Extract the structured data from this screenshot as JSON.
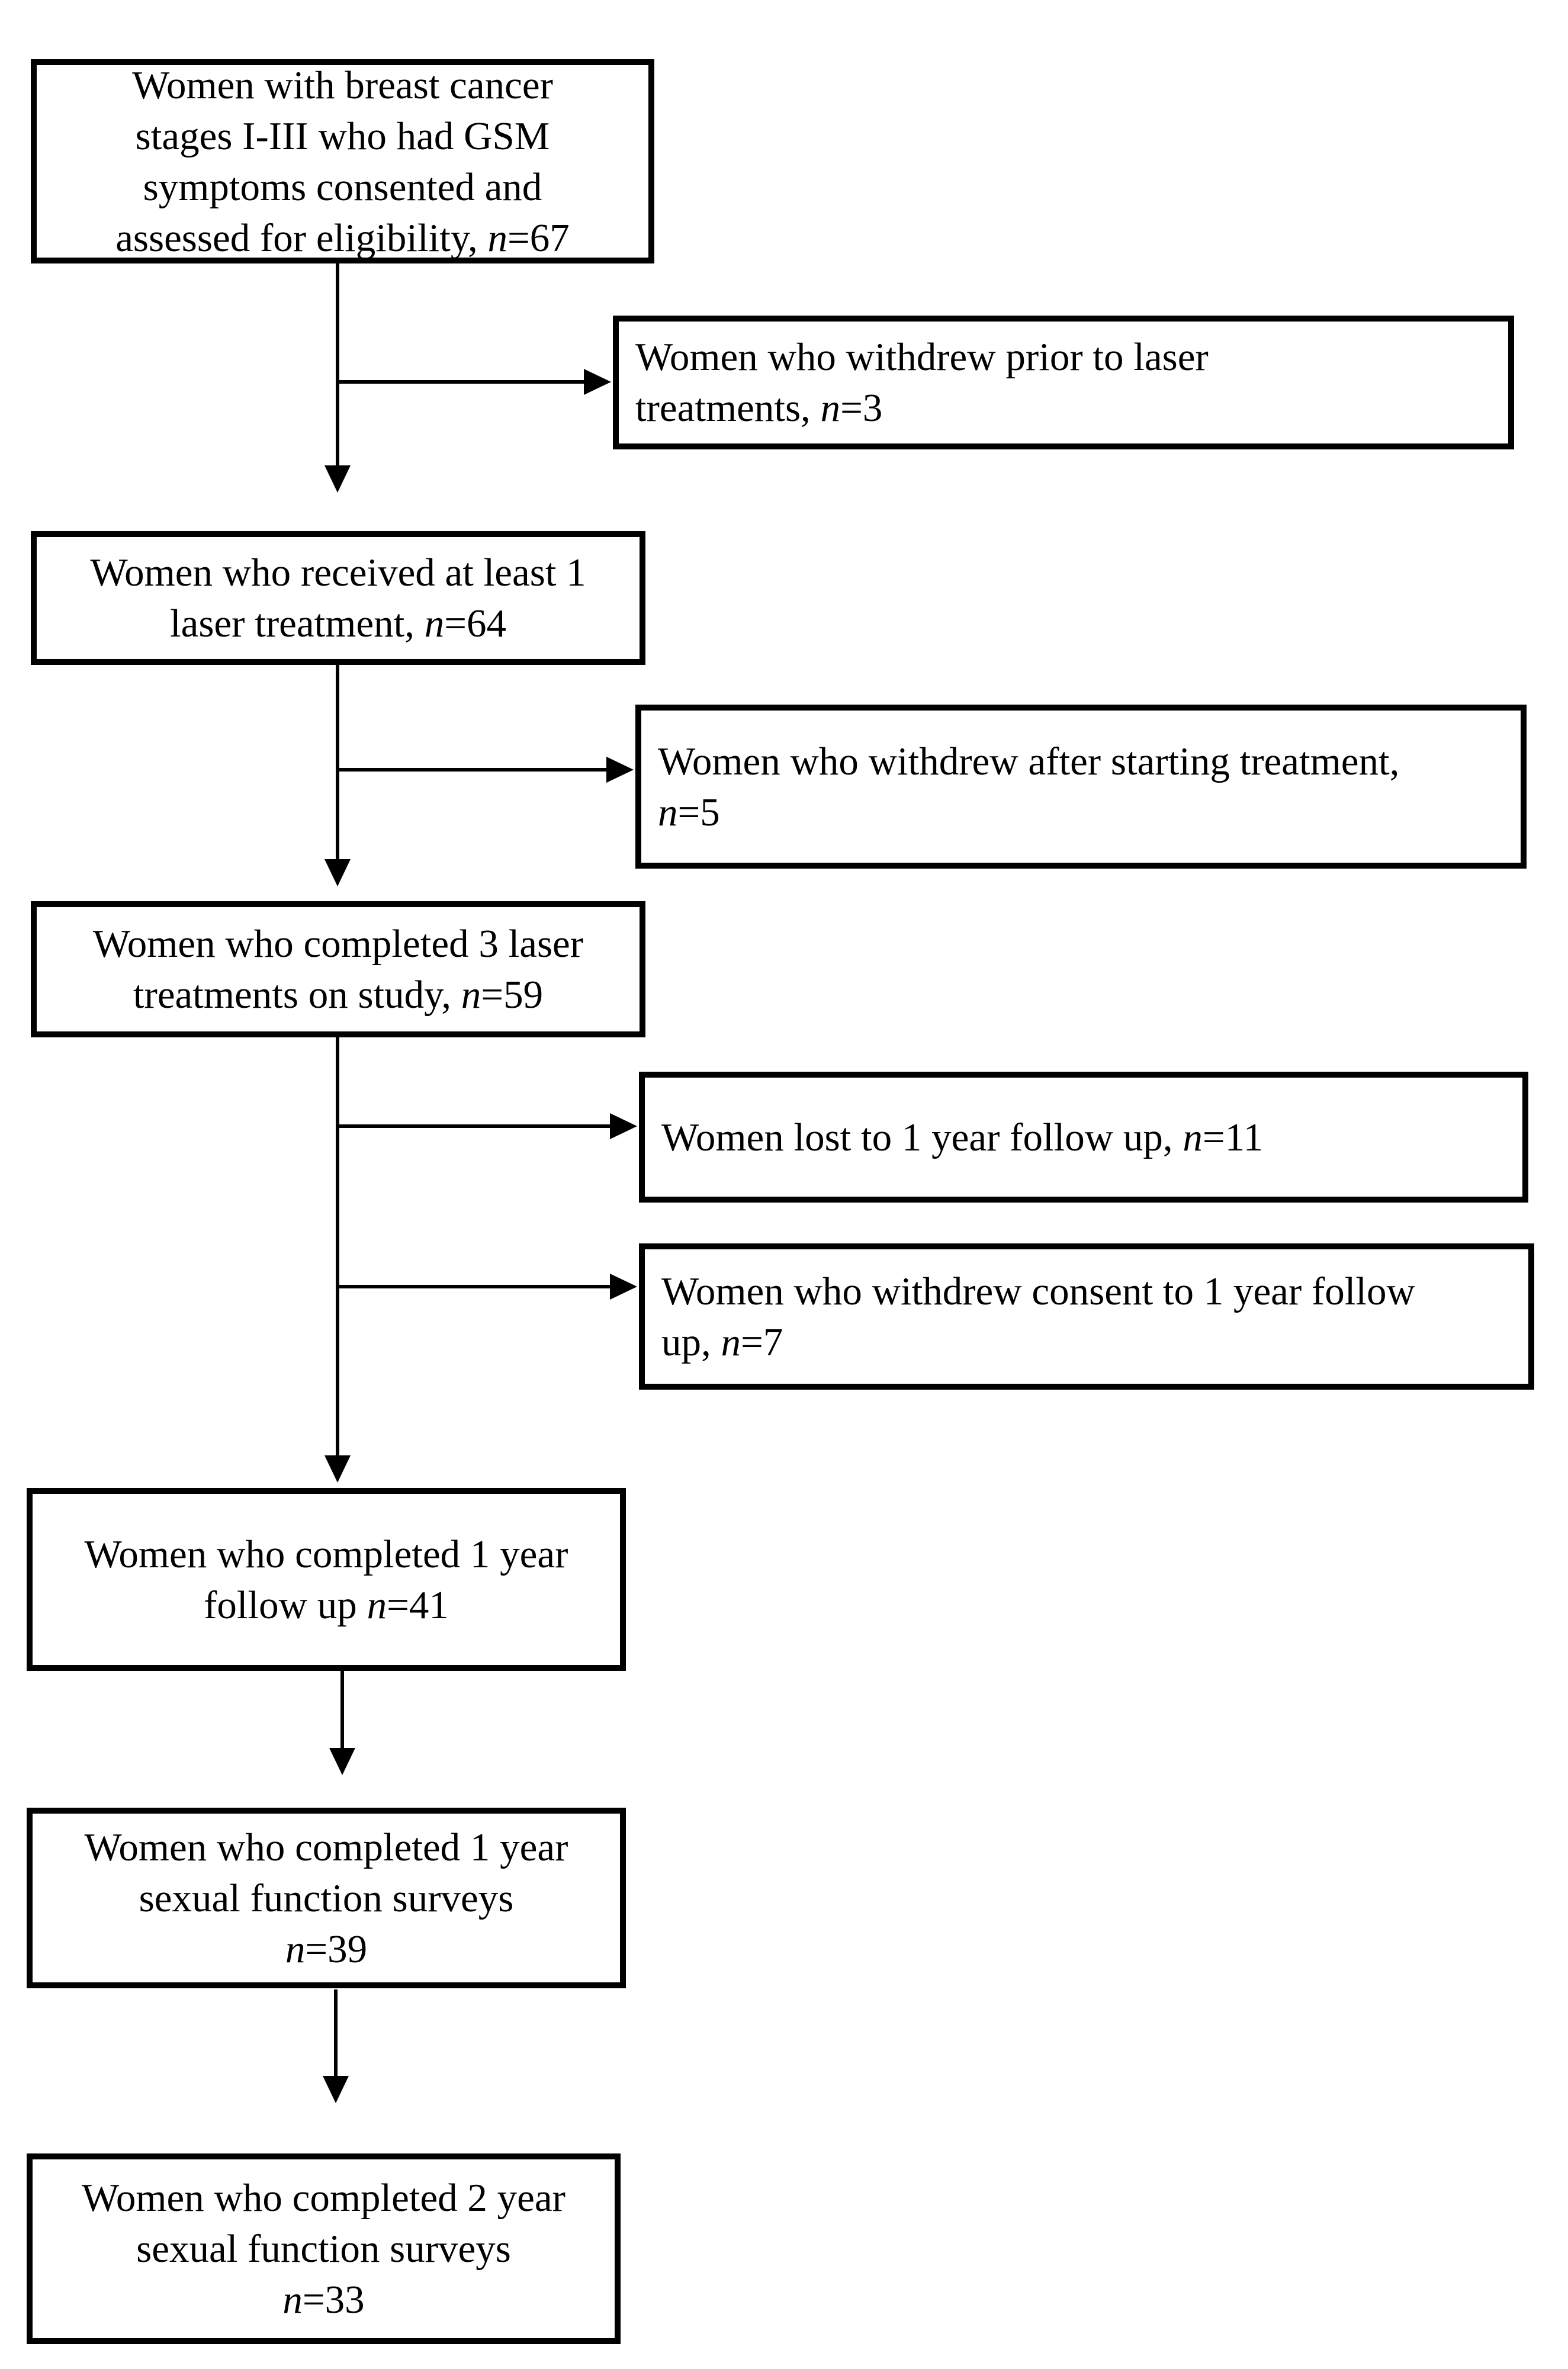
{
  "flow": {
    "main": [
      {
        "name": "eligibility",
        "lines": [
          "Women with breast cancer",
          "stages I-III who had GSM",
          "symptoms consented and",
          "assessed for eligibility, n=67"
        ]
      },
      {
        "name": "received-at-least-1-treatment",
        "lines": [
          "Women who received at least 1",
          "laser treatment, n=64"
        ]
      },
      {
        "name": "completed-3-treatments",
        "lines": [
          "Women who completed 3 laser",
          "treatments on study, n=59"
        ]
      },
      {
        "name": "completed-1-year-followup",
        "lines": [
          "Women who completed 1 year",
          "follow up n=41"
        ]
      },
      {
        "name": "completed-1-year-surveys",
        "lines": [
          "Women who completed 1 year",
          "sexual function surveys",
          "n=39"
        ]
      },
      {
        "name": "completed-2-year-surveys",
        "lines": [
          "Women who completed 2 year",
          "sexual function surveys",
          "n=33"
        ]
      }
    ],
    "exclusions": [
      {
        "name": "withdrew-prior-to-treatment",
        "lines": [
          "Women who withdrew prior to laser",
          "treatments, n=3"
        ]
      },
      {
        "name": "withdrew-after-starting-treatment",
        "lines": [
          "Women who withdrew after starting treatment,",
          "n=5"
        ]
      },
      {
        "name": "lost-to-1-year-followup",
        "lines": [
          "Women lost to 1 year follow up, n=11"
        ]
      },
      {
        "name": "withdrew-consent-1-year-followup",
        "lines": [
          "Women who withdrew consent to 1 year follow",
          "up, n=7"
        ]
      }
    ],
    "colors": {
      "box_border": "#000000",
      "text": "#000000",
      "background": "#ffffff"
    }
  }
}
